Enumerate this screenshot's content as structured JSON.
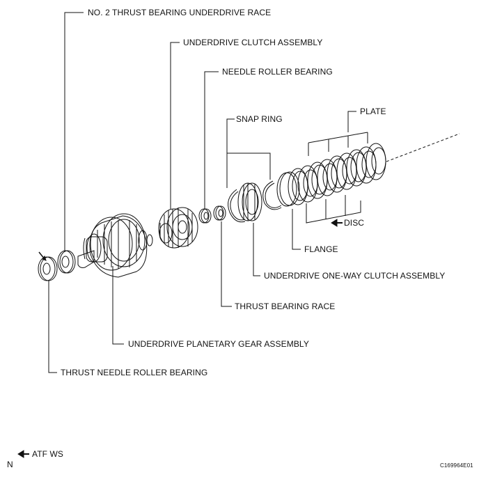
{
  "labels": {
    "thrust_bearing_ud_race": "NO. 2 THRUST BEARING UNDERDRIVE RACE",
    "ud_clutch_assembly": "UNDERDRIVE CLUTCH ASSEMBLY",
    "needle_roller_bearing": "NEEDLE ROLLER BEARING",
    "snap_ring": "SNAP RING",
    "plate": "PLATE",
    "disc": "DISC",
    "flange": "FLANGE",
    "ud_one_way_clutch": "UNDERDRIVE ONE-WAY CLUTCH ASSEMBLY",
    "thrust_bearing_race": "THRUST BEARING RACE",
    "ud_planetary_gear": "UNDERDRIVE PLANETARY GEAR ASSEMBLY",
    "thrust_needle_roller_bearing": "THRUST NEEDLE ROLLER BEARING"
  },
  "legend": {
    "atf_ws": "ATF WS",
    "n_mark": "N"
  },
  "figure_code": "C169964E01"
}
